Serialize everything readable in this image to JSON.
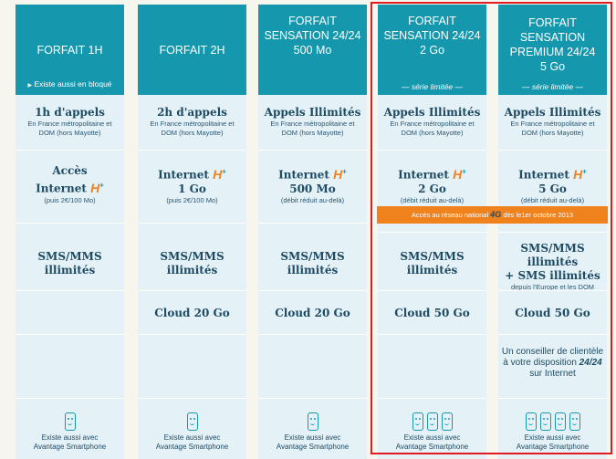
{
  "plans": [
    {
      "title": "FORFAIT 1H",
      "note": "Existe aussi en bloqué",
      "calls_main": "1h d'appels",
      "calls_sub": "En France métropolitaine et DOM (hors Mayotte)",
      "data_main_a": "Accès",
      "data_main_b": "Internet",
      "data_sub": "(puis 2€/100 Mo)",
      "sms_a": "SMS/MMS",
      "sms_b": "illimités",
      "smartphone_a": "Existe aussi avec",
      "smartphone_b": "Avantage Smartphone"
    },
    {
      "title": "FORFAIT 2H",
      "calls_main": "2h d'appels",
      "calls_sub": "En France métropolitaine et DOM (hors Mayotte)",
      "data_main_b": "Internet",
      "data_amount": "1 Go",
      "data_sub": "(puis 2€/100 Mo)",
      "sms_a": "SMS/MMS",
      "sms_b": "illimités",
      "cloud": "Cloud 20 Go",
      "smartphone_a": "Existe aussi avec",
      "smartphone_b": "Avantage Smartphone"
    },
    {
      "title_a": "FORFAIT",
      "title_b": "SENSATION 24/24",
      "title_c": "500 Mo",
      "calls_main": "Appels Illimités",
      "calls_sub": "En France métropolitaine et DOM (hors Mayotte)",
      "data_main_b": "Internet",
      "data_amount": "500 Mo",
      "data_sub": "(débit réduit au-delà)",
      "sms_a": "SMS/MMS",
      "sms_b": "illimités",
      "cloud": "Cloud 20 Go",
      "smartphone_a": "Existe aussi avec",
      "smartphone_b": "Avantage Smartphone"
    },
    {
      "title_a": "FORFAIT",
      "title_b": "SENSATION 24/24",
      "title_c": "2 Go",
      "serie": "— série limitée —",
      "calls_main": "Appels Illimités",
      "calls_sub": "En France métropolitaine et DOM (hors Mayotte)",
      "data_main_b": "Internet",
      "data_amount": "2 Go",
      "data_sub": "(débit réduit au-delà)",
      "sms_a": "SMS/MMS",
      "sms_b": "illimités",
      "cloud": "Cloud 50 Go",
      "smartphone_a": "Existe aussi avec",
      "smartphone_b": "Avantage Smartphone"
    },
    {
      "title_a": "FORFAIT",
      "title_b": "SENSATION",
      "title_c": "PREMIUM 24/24",
      "title_d": "5 Go",
      "serie": "— série limitée —",
      "calls_main": "Appels Illimités",
      "calls_sub": "En France métropolitaine et DOM (hors Mayotte)",
      "data_main_b": "Internet",
      "data_amount": "5 Go",
      "data_sub": "(débit réduit au-delà)",
      "sms_a": "SMS/MMS illimités",
      "sms_b": "+ SMS illimités",
      "sms_sub": "depuis l'Europe et les DOM",
      "cloud": "Cloud 50 Go",
      "advisor_a": "Un conseiller de clientèle",
      "advisor_b": "à votre disposition",
      "advisor_hours": "24/24",
      "advisor_c": "sur Internet",
      "smartphone_a": "Existe aussi avec",
      "smartphone_b": "Avantage Smartphone"
    }
  ],
  "logo": {
    "letter": "H",
    "plus": "+"
  },
  "banner": {
    "text_a": "Accès au réseau national",
    "logo_4g": "4G",
    "text_b": "dès le1er octobre 2013"
  },
  "colors": {
    "header": "#1597ad",
    "body": "#e4f2f7",
    "accent": "#f0821e",
    "highlight": "#e21b22",
    "text": "#1e4a63"
  }
}
